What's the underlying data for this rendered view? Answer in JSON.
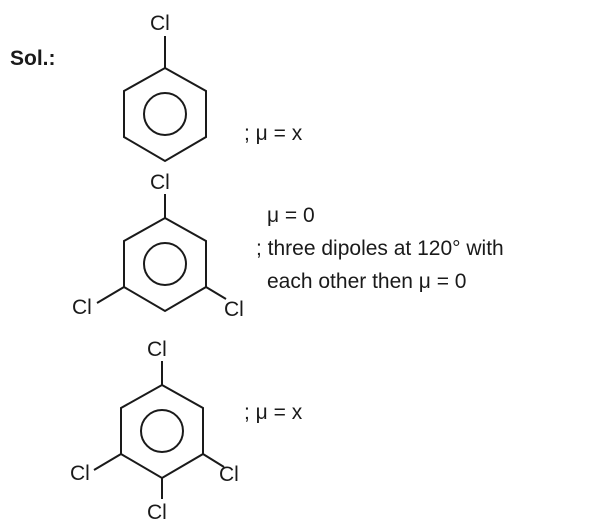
{
  "heading": "Sol.:",
  "molecules": [
    {
      "substituent": "Cl",
      "note_lines": [
        "; μ = x"
      ]
    },
    {
      "substituent": "Cl",
      "note_lines": [
        "μ = 0",
        "; three dipoles at 120° with",
        "each other then μ = 0"
      ]
    },
    {
      "substituent": "Cl",
      "note_lines": [
        "; μ = x"
      ]
    }
  ]
}
